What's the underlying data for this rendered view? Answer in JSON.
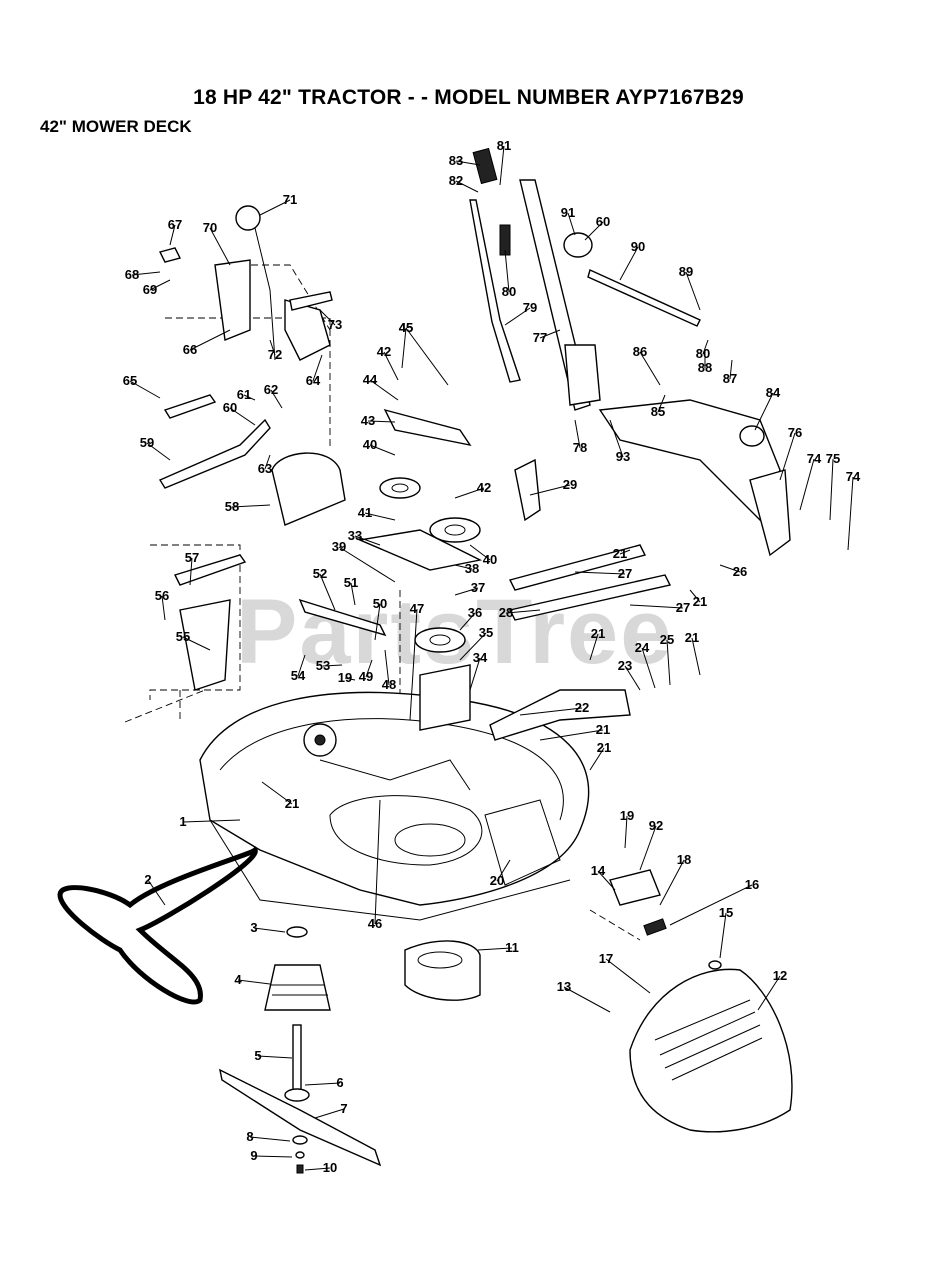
{
  "header": {
    "title": "18 HP 42\" TRACTOR - - MODEL NUMBER AYP7167B29",
    "subtitle": "42\" MOWER DECK"
  },
  "watermark": "PartsTree",
  "callouts": [
    {
      "n": "1"
    },
    {
      "n": "2"
    },
    {
      "n": "3"
    },
    {
      "n": "4"
    },
    {
      "n": "5"
    },
    {
      "n": "6"
    },
    {
      "n": "7"
    },
    {
      "n": "8"
    },
    {
      "n": "9"
    },
    {
      "n": "10"
    },
    {
      "n": "11"
    },
    {
      "n": "12"
    },
    {
      "n": "13"
    },
    {
      "n": "14"
    },
    {
      "n": "15"
    },
    {
      "n": "16"
    },
    {
      "n": "17"
    },
    {
      "n": "18"
    },
    {
      "n": "19"
    },
    {
      "n": "19"
    },
    {
      "n": "20"
    },
    {
      "n": "21"
    },
    {
      "n": "21"
    },
    {
      "n": "21"
    },
    {
      "n": "21"
    },
    {
      "n": "21"
    },
    {
      "n": "21"
    },
    {
      "n": "21"
    },
    {
      "n": "22"
    },
    {
      "n": "23"
    },
    {
      "n": "24"
    },
    {
      "n": "25"
    },
    {
      "n": "26"
    },
    {
      "n": "27"
    },
    {
      "n": "27"
    },
    {
      "n": "28"
    },
    {
      "n": "29"
    },
    {
      "n": "33"
    },
    {
      "n": "34"
    },
    {
      "n": "35"
    },
    {
      "n": "36"
    },
    {
      "n": "37"
    },
    {
      "n": "38"
    },
    {
      "n": "39"
    },
    {
      "n": "40"
    },
    {
      "n": "40"
    },
    {
      "n": "41"
    },
    {
      "n": "42"
    },
    {
      "n": "42"
    },
    {
      "n": "43"
    },
    {
      "n": "44"
    },
    {
      "n": "45"
    },
    {
      "n": "45"
    },
    {
      "n": "46"
    },
    {
      "n": "47"
    },
    {
      "n": "48"
    },
    {
      "n": "49"
    },
    {
      "n": "50"
    },
    {
      "n": "51"
    },
    {
      "n": "52"
    },
    {
      "n": "53"
    },
    {
      "n": "54"
    },
    {
      "n": "55"
    },
    {
      "n": "56"
    },
    {
      "n": "57"
    },
    {
      "n": "58"
    },
    {
      "n": "59"
    },
    {
      "n": "60"
    },
    {
      "n": "60"
    },
    {
      "n": "61"
    },
    {
      "n": "62"
    },
    {
      "n": "63"
    },
    {
      "n": "64"
    },
    {
      "n": "65"
    },
    {
      "n": "66"
    },
    {
      "n": "67"
    },
    {
      "n": "68"
    },
    {
      "n": "69"
    },
    {
      "n": "70"
    },
    {
      "n": "71"
    },
    {
      "n": "72"
    },
    {
      "n": "73"
    },
    {
      "n": "74"
    },
    {
      "n": "74"
    },
    {
      "n": "75"
    },
    {
      "n": "76"
    },
    {
      "n": "77"
    },
    {
      "n": "78"
    },
    {
      "n": "79"
    },
    {
      "n": "80"
    },
    {
      "n": "80"
    },
    {
      "n": "81"
    },
    {
      "n": "82"
    },
    {
      "n": "83"
    },
    {
      "n": "84"
    },
    {
      "n": "85"
    },
    {
      "n": "86"
    },
    {
      "n": "87"
    },
    {
      "n": "88"
    },
    {
      "n": "89"
    },
    {
      "n": "90"
    },
    {
      "n": "91"
    },
    {
      "n": "92"
    },
    {
      "n": "93"
    }
  ]
}
